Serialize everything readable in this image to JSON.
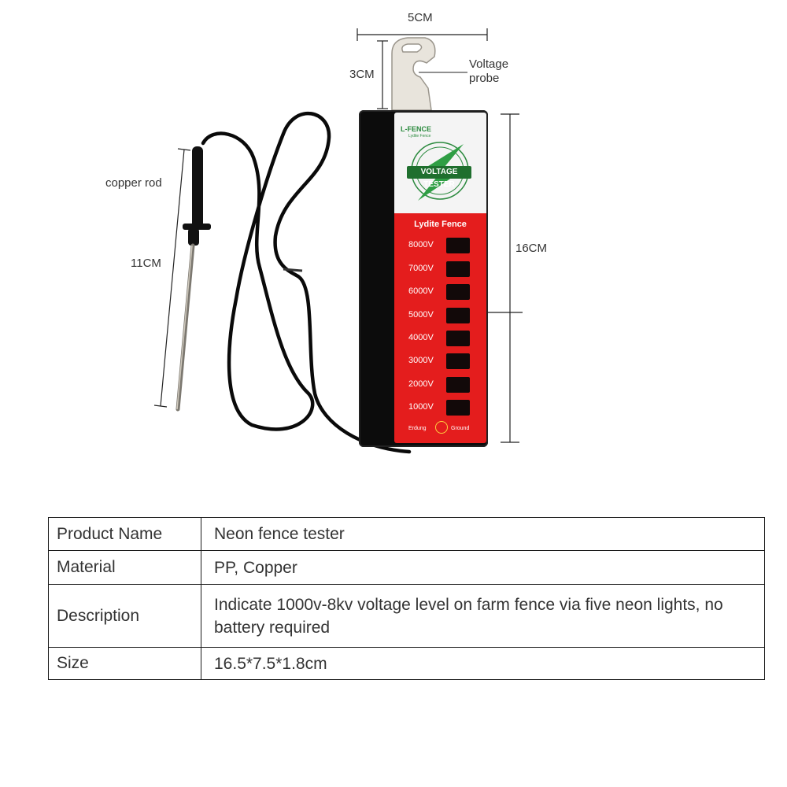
{
  "dimensions": {
    "width_label": "5CM",
    "hook_label": "3CM",
    "height_label": "16CM",
    "rod_label": "11CM"
  },
  "callouts": {
    "probe_line1": "Voltage",
    "probe_line2": "probe",
    "rod": "copper rod"
  },
  "device": {
    "brand": "L-FENCE",
    "brand_sub": "Lydite Fence",
    "badge": "VOLTAGE TESTER",
    "panel_title": "Lydite Fence",
    "levels": [
      "8000V",
      "7000V",
      "6000V",
      "5000V",
      "4000V",
      "3000V",
      "2000V",
      "1000V"
    ],
    "erdung": "Erdung",
    "ground": "Ground",
    "colors": {
      "body": "#0c0c0c",
      "panel_red": "#e41d1d",
      "logo_green": "#1f6f2e",
      "hook_metal": "#e8e4dc"
    }
  },
  "table": {
    "rows": [
      {
        "key": "Product Name",
        "value": "Neon fence tester"
      },
      {
        "key": "Material",
        "value": "PP, Copper"
      },
      {
        "key": "Description",
        "value": "Indicate 1000v-8kv voltage level on farm fence via five neon lights, no battery required"
      },
      {
        "key": "Size",
        "value": "16.5*7.5*1.8cm"
      }
    ]
  }
}
